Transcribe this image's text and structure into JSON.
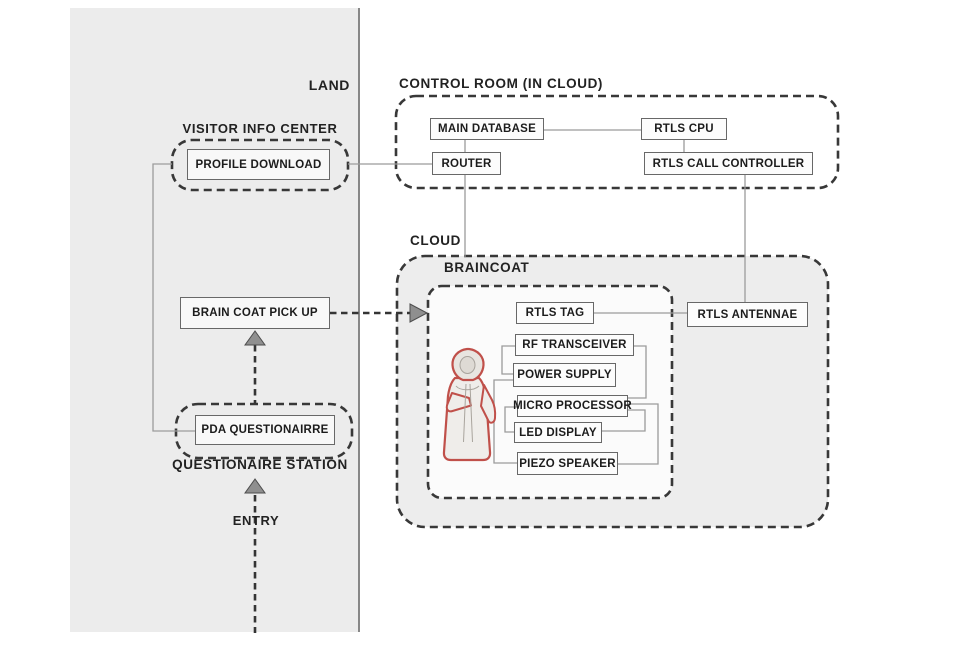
{
  "regions": {
    "land": {
      "label": "LAND"
    },
    "visitor_info_center": {
      "label": "VISITOR INFO CENTER"
    },
    "control_room": {
      "label": "CONTROL ROOM (IN CLOUD)"
    },
    "cloud": {
      "label": "CLOUD"
    },
    "braincoat": {
      "label": "BRAINCOAT"
    },
    "questionaire_station": {
      "label": "QUESTIONAIRE STATION"
    },
    "entry": {
      "label": "ENTRY"
    }
  },
  "nodes": {
    "profile_download": {
      "label": "PROFILE DOWNLOAD"
    },
    "main_database": {
      "label": "MAIN DATABASE"
    },
    "rtls_cpu": {
      "label": "RTLS CPU"
    },
    "router": {
      "label": "ROUTER"
    },
    "rtls_call_controller": {
      "label": "RTLS CALL CONTROLLER"
    },
    "rtls_tag": {
      "label": "RTLS TAG"
    },
    "rtls_antennae": {
      "label": "RTLS ANTENNAE"
    },
    "rf_transceiver": {
      "label": "RF TRANSCEIVER"
    },
    "power_supply": {
      "label": "POWER SUPPLY"
    },
    "micro_processor": {
      "label": "MICRO PROCESSOR"
    },
    "led_display": {
      "label": "LED DISPLAY"
    },
    "piezo_speaker": {
      "label": "PIEZO SPEAKER"
    },
    "brain_coat_pick_up": {
      "label": "BRAIN COAT PICK UP"
    },
    "pda_questionairre": {
      "label": "PDA QUESTIONAIRRE"
    }
  },
  "connections": [
    {
      "from": "PROFILE DOWNLOAD",
      "to": "ROUTER",
      "style": "solid"
    },
    {
      "from": "PROFILE DOWNLOAD",
      "to": "PDA QUESTIONAIRRE",
      "style": "solid"
    },
    {
      "from": "MAIN DATABASE",
      "to": "RTLS CPU",
      "style": "solid"
    },
    {
      "from": "MAIN DATABASE",
      "to": "ROUTER",
      "style": "solid"
    },
    {
      "from": "RTLS CPU",
      "to": "RTLS CALL CONTROLLER",
      "style": "solid"
    },
    {
      "from": "RTLS CALL CONTROLLER",
      "to": "RTLS ANTENNAE",
      "style": "solid"
    },
    {
      "from": "ROUTER",
      "to": "CLOUD",
      "style": "solid"
    },
    {
      "from": "RTLS TAG",
      "to": "RTLS ANTENNAE",
      "style": "solid"
    },
    {
      "from": "RF TRANSCEIVER",
      "to": "POWER SUPPLY",
      "style": "solid"
    },
    {
      "from": "POWER SUPPLY",
      "to": "PIEZO SPEAKER",
      "style": "solid"
    },
    {
      "from": "MICRO PROCESSOR",
      "to": "LED DISPLAY",
      "style": "solid"
    },
    {
      "from": "RF TRANSCEIVER",
      "to": "MICRO PROCESSOR",
      "style": "solid"
    },
    {
      "from": "MICRO PROCESSOR",
      "to": "PIEZO SPEAKER",
      "style": "solid"
    },
    {
      "from": "BRAIN COAT PICK UP",
      "to": "BRAINCOAT",
      "style": "dashed-arrow"
    },
    {
      "from": "PDA QUESTIONAIRRE",
      "to": "BRAIN COAT PICK UP",
      "style": "dashed-arrow"
    },
    {
      "from": "ENTRY",
      "to": "QUESTIONAIRE STATION",
      "style": "dashed-arrow"
    }
  ],
  "colors": {
    "panel_fill": "#ececec",
    "cloud_fill": "#ededed",
    "braincoat_fill": "#fbfbfb",
    "solid_line": "#9b9b9b",
    "dashed_line": "#343434",
    "box_border": "#686868",
    "text": "#1c1c1c",
    "coat_outline": "#c0504a",
    "arrowhead_fill": "#8f8f8f"
  }
}
